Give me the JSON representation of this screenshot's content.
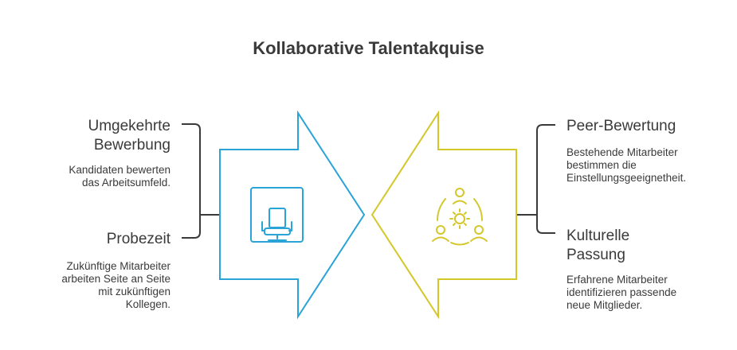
{
  "title": "Kollaborative Talentakquise",
  "left": {
    "items": [
      {
        "heading": "Umgekehrte\nBewerbung",
        "description": "Kandidaten bewerten\ndas Arbeitsumfeld."
      },
      {
        "heading": "Probezeit",
        "description": "Zukünftige Mitarbeiter\narbeiten Seite an Seite\nmit zukünftigen\nKollegen."
      }
    ],
    "arrow_color": "#2aa3d6",
    "icon": "office-chair-icon"
  },
  "right": {
    "items": [
      {
        "heading": "Peer-Bewertung",
        "description": "Bestehende Mitarbeiter\nbestimmen die\nEinstellungsgeeignetheit."
      },
      {
        "heading": "Kulturelle\nPassung",
        "description": "Erfahrene Mitarbeiter\nidentifizieren passende\nneue Mitglieder."
      }
    ],
    "arrow_color": "#d4c72a",
    "icon": "team-collaboration-icon"
  }
}
